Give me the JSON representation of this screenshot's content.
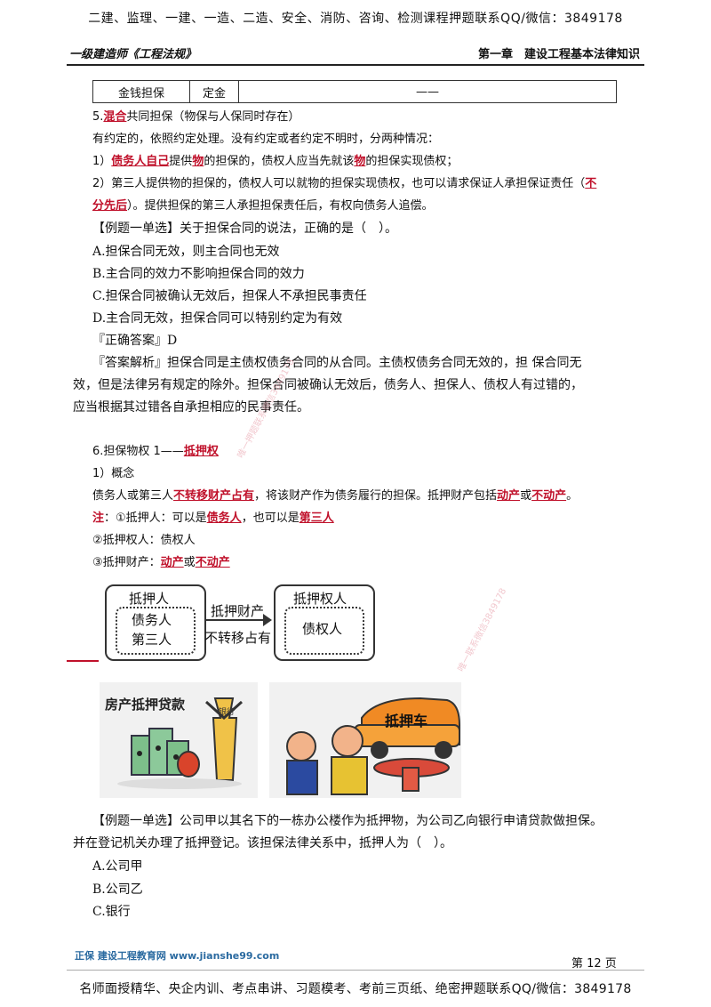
{
  "top_banner": "二建、监理、一建、一造、二造、安全、消防、咨询、检测课程押题联系QQ/微信：3849178",
  "header": {
    "left": "一级建造师《工程法规》",
    "right": "第一章　建设工程基本法律知识"
  },
  "table_row": {
    "c1": "金钱担保",
    "c2": "定金",
    "c3": "——"
  },
  "s5": {
    "num": "5.",
    "red": "混合",
    "rest": "共同担保（物保与人保同时存在）"
  },
  "s5_line1": "有约定的，依照约定处理。没有约定或者约定不明时，分两种情况：",
  "s5_line2": {
    "a": "1）",
    "r1": "债务人自己",
    "b": "提供",
    "r2": "物",
    "c": "的担保的，债权人应当先就该",
    "r3": "物",
    "d": "的担保实现债权；"
  },
  "s5_line3": {
    "a": "2）第三人提供物的担保的，债权人可以就物的担保实现债权，也可以请求保证人承担保证责任（",
    "r": "不"
  },
  "s5_line4": {
    "r": "分先后",
    "a": "）。提供担保的第三人承担担保责任后，有权向债务人追偿。"
  },
  "q1": {
    "stem": "【例题一单选】关于担保合同的说法，正确的是（　）。",
    "options": [
      "A.担保合同无效，则主合同也无效",
      "B.主合同的效力不影响担保合同的效力",
      "C.担保合同被确认无效后，担保人不承担民事责任",
      "D.主合同无效，担保合同可以特别约定为有效"
    ],
    "answer": "『正确答案』D",
    "analysis": [
      "『答案解析』担保合同是主债权债务合同的从合同。主债权债务合同无效的，担 保合同无",
      "效，但是法律另有规定的除外。担保合同被确认无效后，债务人、担保人、债权人有过错的，",
      "应当根据其过错各自承担相应的民事责任。"
    ]
  },
  "s6": {
    "title_a": "6.担保物权 1——",
    "title_r": "抵押权",
    "concept": "1）概念"
  },
  "s6_line1": {
    "a": "债务人或第三人",
    "r1": "不转移财产占有",
    "b": "，将该财产作为债务履行的担保。抵押财产包括",
    "r2": "动产",
    "c": "或",
    "r3": "不动产",
    "d": "。"
  },
  "s6_note": {
    "n": "注",
    "a": "：①抵押人：可以是",
    "r1": "债务人",
    "b": "，也可以是",
    "r2": "第三人"
  },
  "s6_note2": "②抵押权人：债权人",
  "s6_note3": {
    "a": "③抵押财产：",
    "r1": "动产",
    "b": "或",
    "r2": "不动产"
  },
  "diagram": {
    "left_title": "抵押人",
    "left_items": [
      "债务人",
      "第三人"
    ],
    "arrow_top": "抵押财产",
    "arrow_bottom": "不转移占有",
    "right_title": "抵押权人",
    "right_item": "债权人"
  },
  "images": {
    "left_caption": "房产抵押贷款",
    "left_sign": "银行",
    "right_caption": "抵押车"
  },
  "q2": {
    "stem1": "【例题一单选】公司甲以其名下的一栋办公楼作为抵押物，为公司乙向银行申请贷款做担保。",
    "stem2": "并在登记机关办理了抵押登记。该担保法律关系中，抵押人为（　）。",
    "options": [
      "A.公司甲",
      "B.公司乙",
      "C.银行"
    ]
  },
  "footer": {
    "logo": "正保 建设工程教育网 www.jianshe99.com",
    "page": "第 12 页"
  },
  "bottom_banner": "名师面授精华、央企内训、考点串讲、习题模考、考前三页纸、绝密押题联系QQ/微信：3849178",
  "watermarks": [
    "唯一押题联系微信3849178",
    "唯一联系微信3849178"
  ]
}
